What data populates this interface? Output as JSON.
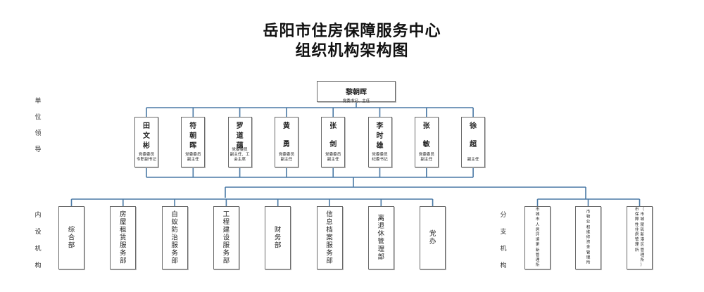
{
  "title": {
    "line1": "岳阳市住房保障服务中心",
    "line2": "组织机构架构图"
  },
  "colors": {
    "connector": "#4a79a5",
    "box_border": "#6a6a6a"
  },
  "side_labels": {
    "leadership": [
      "单",
      "位",
      "领",
      "导"
    ],
    "internal": [
      "内",
      "设",
      "机",
      "构"
    ],
    "branch": [
      "分",
      "支",
      "机",
      "构"
    ]
  },
  "head": {
    "name": "黎朝晖",
    "role": "党委书记、主任"
  },
  "leaders": [
    {
      "name": [
        "田",
        "文",
        "彬"
      ],
      "role": [
        "党委委员",
        "专职副书记"
      ]
    },
    {
      "name": [
        "符",
        "朝",
        "晖"
      ],
      "role": [
        "党委委员",
        "副主任"
      ]
    },
    {
      "name": [
        "罗",
        "道",
        "蕴"
      ],
      "role": [
        "党委委员",
        "副主任、工",
        "会主席"
      ]
    },
    {
      "name": [
        "黄",
        "",
        "勇"
      ],
      "role": [
        "党委委员",
        "副主任"
      ]
    },
    {
      "name": [
        "张",
        "",
        "剑"
      ],
      "role": [
        "党委委员",
        "副主任"
      ]
    },
    {
      "name": [
        "李",
        "时",
        "雄"
      ],
      "role": [
        "党委委员",
        "纪委书记"
      ]
    },
    {
      "name": [
        "张",
        "",
        "敏"
      ],
      "role": [
        "党委委员",
        "副主任"
      ]
    },
    {
      "name": [
        "徐",
        "",
        "超"
      ],
      "role": [
        "副主任"
      ]
    }
  ],
  "departments": [
    {
      "name": "综合部"
    },
    {
      "name": "房屋租赁服务部"
    },
    {
      "name": "白蚁防治服务部"
    },
    {
      "name": "工程建设服务部"
    },
    {
      "name": "财务部"
    },
    {
      "name": "信息档案服务部"
    },
    {
      "name": "离退休管理部"
    },
    {
      "name": "党办"
    }
  ],
  "branches": [
    {
      "columns": [
        "市城市人居环境更新管理所"
      ]
    },
    {
      "columns": [
        "市物业和维修资金管理所"
      ]
    },
    {
      "columns": [
        "（市城陵矶新港区管理所）",
        "市保障性住房管理所"
      ]
    }
  ]
}
